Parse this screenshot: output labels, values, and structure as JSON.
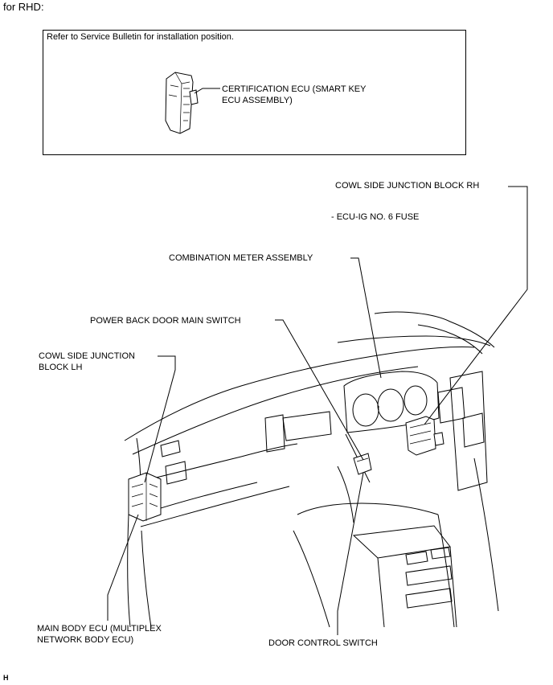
{
  "heading": "for RHD:",
  "note_box": {
    "text": "Refer to Service Bulletin for installation position.",
    "certification_ecu_label": [
      "CERTIFICATION ECU (SMART KEY",
      "ECU ASSEMBLY)"
    ]
  },
  "labels": {
    "cowl_rh": "COWL SIDE JUNCTION BLOCK RH",
    "ecu_ig_fuse": "- ECU-IG NO. 6 FUSE",
    "combination_meter": "COMBINATION METER ASSEMBLY",
    "power_back_door": "POWER BACK DOOR MAIN SWITCH",
    "cowl_lh": [
      "COWL SIDE JUNCTION",
      "BLOCK LH"
    ],
    "main_body_ecu": [
      "MAIN BODY ECU (MULTIPLEX",
      "NETWORK BODY ECU)"
    ],
    "door_control": "DOOR CONTROL SWITCH"
  },
  "footer_code": "H"
}
